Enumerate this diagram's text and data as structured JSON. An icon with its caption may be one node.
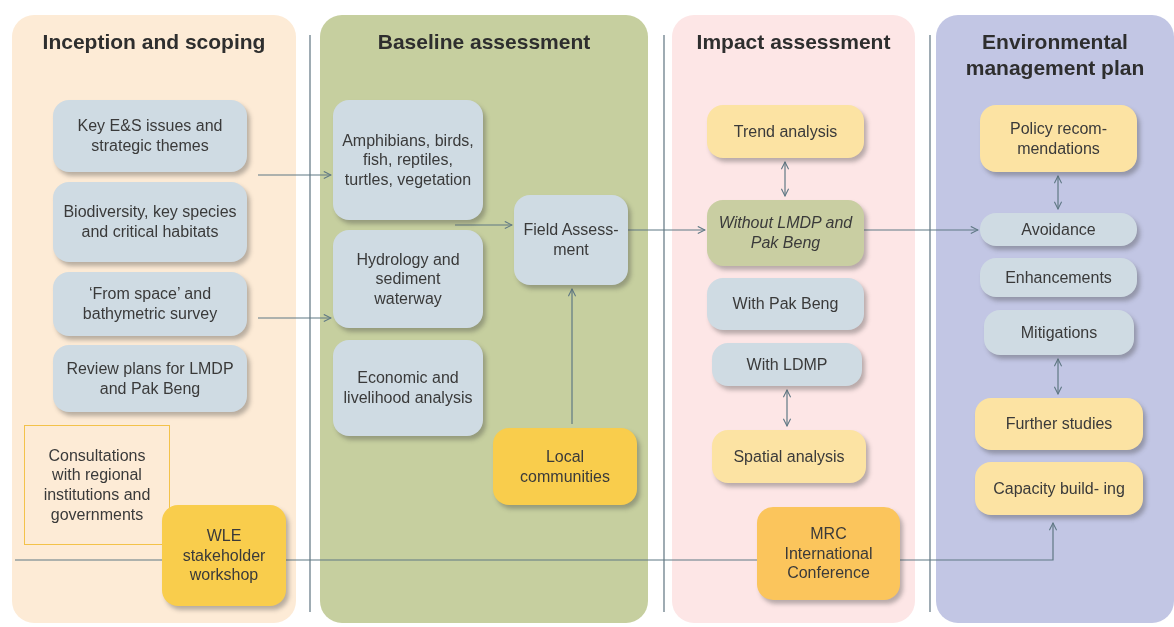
{
  "diagram": {
    "nodes": [
      {
        "text": [
          "Inception and scoping"
        ]
      },
      {
        "text": [
          "Baseline assessment"
        ]
      },
      {
        "text": [
          "Impact assessment"
        ]
      },
      {
        "text": [
          "Environmental management plan"
        ]
      },
      {
        "text": [
          "Key E&S issues and strategic themes"
        ],
        "in": 0
      },
      {
        "text": [
          "Biodiversity, key species and critical habitats"
        ],
        "in": 0
      },
      {
        "text": [
          "‘From space’ and bathymetric survey"
        ],
        "in": 0
      },
      {
        "text": [
          "Review plans for LMDP and Pak Beng"
        ],
        "in": 0
      },
      {
        "text": [
          "Consultations with regional institutions and governments"
        ],
        "in": 0
      },
      {
        "text": [
          "WLE stakeholder workshop"
        ],
        "in": 0
      },
      {
        "text": [
          "Amphibians, birds, fish, reptiles, turtles, vegetation"
        ],
        "in": 1
      },
      {
        "text": [
          "Hydrology and sediment waterway"
        ],
        "in": 1
      },
      {
        "text": [
          "Economic and livelihood analysis"
        ],
        "in": 1
      },
      {
        "text": [
          "Field Assess- ment"
        ],
        "in": 1
      },
      {
        "text": [
          "Local communities"
        ],
        "in": 1
      },
      {
        "text": [
          "Trend analysis"
        ],
        "in": 2
      },
      {
        "text": [
          "Without LMDP and Pak Beng"
        ],
        "in": 2
      },
      {
        "text": [
          "With Pak Beng"
        ],
        "in": 2
      },
      {
        "text": [
          "With LDMP"
        ],
        "in": 2
      },
      {
        "text": [
          "Spatial analysis"
        ],
        "in": 2
      },
      {
        "text": [
          "MRC International Conference"
        ],
        "in": 2
      },
      {
        "text": [
          "Policy recom- mendations"
        ],
        "in": 3
      },
      {
        "text": [
          "Avoidance"
        ],
        "in": 3
      },
      {
        "text": [
          "Enhancements"
        ],
        "in": 3
      },
      {
        "text": [
          "Mitigations"
        ],
        "in": 3
      },
      {
        "text": [
          "Further studies"
        ],
        "in": 3
      },
      {
        "text": [
          "Capacity build- ing"
        ],
        "in": 3
      }
    ],
    "edges": [
      {
        "from": 4,
        "to": 10,
        "arrow": "to"
      },
      {
        "from": 6,
        "to": 11,
        "arrow": "to"
      },
      {
        "from": 10,
        "to": 13,
        "arrow": "to"
      },
      {
        "from": 14,
        "to": 13,
        "arrow": "to"
      },
      {
        "from": 13,
        "to": 16,
        "arrow": "to"
      },
      {
        "from": 16,
        "to": 22,
        "arrow": "to"
      },
      {
        "from": 15,
        "to": 16,
        "arrow": "both"
      },
      {
        "from": 18,
        "to": 19,
        "arrow": "both"
      },
      {
        "from": 21,
        "to": 22,
        "arrow": "both"
      },
      {
        "from": 24,
        "to": 25,
        "arrow": "both"
      },
      {
        "from": 0,
        "to": 9,
        "arrow": "none"
      },
      {
        "from": 9,
        "to": 20,
        "arrow": "none"
      },
      {
        "from": 20,
        "to": 26,
        "arrow": "to"
      }
    ]
  }
}
